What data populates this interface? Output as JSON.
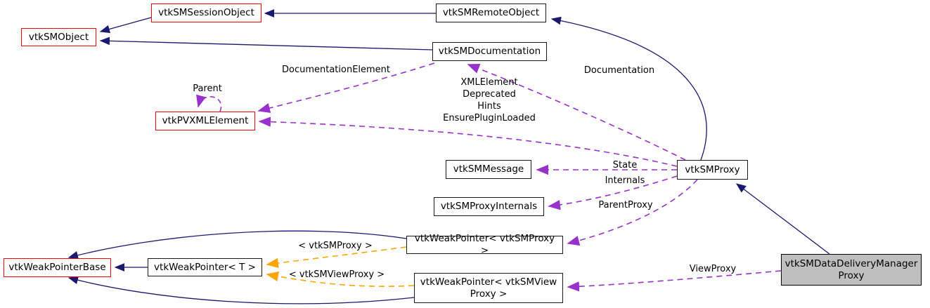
{
  "diagram": {
    "type": "class-collaboration-graph",
    "current_class": "vtkSMDataDeliveryManagerProxy",
    "colors": {
      "inheritance_edge": "#191970",
      "usage_edge": "#9932cc",
      "template_edge": "#ffa500",
      "node_border": "#1a1a1a",
      "truncated_node_border": "#ff0000",
      "current_node_fill": "#bfbfbf",
      "background": "#ffffff"
    },
    "nodes": {
      "session_object": {
        "label": "vtkSMSessionObject"
      },
      "sm_object": {
        "label": "vtkSMObject"
      },
      "remote_object": {
        "label": "vtkSMRemoteObject"
      },
      "documentation": {
        "label": "vtkSMDocumentation"
      },
      "pvxml_element": {
        "label": "vtkPVXMLElement"
      },
      "sm_message": {
        "label": "vtkSMMessage"
      },
      "proxy_internals": {
        "label": "vtkSMProxyInternals"
      },
      "sm_proxy": {
        "label": "vtkSMProxy"
      },
      "weak_pointer_proxy": {
        "label": "vtkWeakPointer< vtkSMProxy >"
      },
      "weak_pointer_t": {
        "label": "vtkWeakPointer< T >"
      },
      "weak_pointer_base": {
        "label": "vtkWeakPointerBase"
      },
      "weak_pointer_view": {
        "label": "vtkWeakPointer< vtkSMView\nProxy >"
      },
      "data_delivery_manager": {
        "label": "vtkSMDataDeliveryManager\nProxy"
      }
    },
    "edge_labels": {
      "documentation_element": "DocumentationElement",
      "parent": "Parent",
      "xml_group": "XMLElement\nDeprecated\nHints\nEnsurePluginLoaded",
      "documentation": "Documentation",
      "state_internals": "State\nInternals",
      "parent_proxy": "ParentProxy",
      "template_proxy": "< vtkSMProxy >",
      "template_view_proxy": "< vtkSMViewProxy >",
      "view_proxy": "ViewProxy"
    }
  }
}
